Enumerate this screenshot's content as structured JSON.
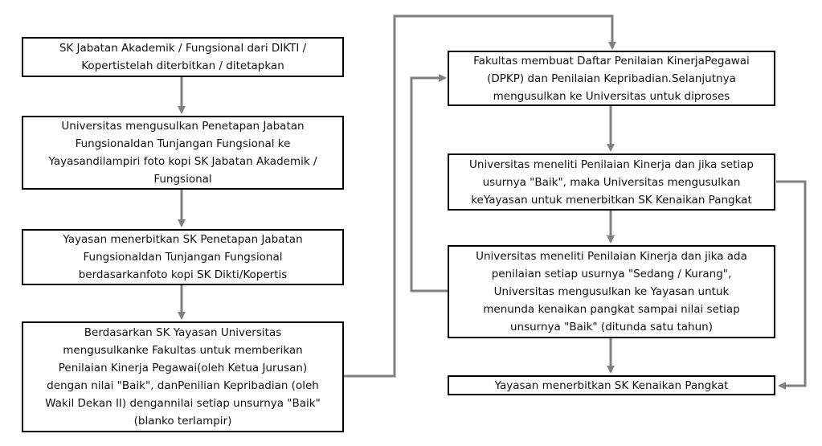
{
  "colors": {
    "arrow": "#808080",
    "border": "#000000",
    "text": "#111111"
  },
  "boxes": {
    "b1": "SK Jabatan Akademik / Fungsional dari DIKTI /\nKopertistelah diterbitkan / ditetapkan",
    "b2": "Universitas mengusulkan Penetapan Jabatan\nFungsionaldan Tunjangan Fungsional ke\nYayasandilampiri foto kopi SK Jabatan Akademik /\nFungsional",
    "b3": "Yayasan menerbitkan SK Penetapan Jabatan\nFungsionaldan Tunjangan Fungsional\nberdasarkanfoto kopi SK Dikti/Kopertis",
    "b4": "Berdasarkan SK Yayasan Universitas\nmengusulkanke Fakultas untuk memberikan\nPenilaian Kinerja Pegawai(oleh Ketua Jurusan)\ndengan nilai \"Baik\", danPenilian Kepribadian (oleh\nWakil Dekan II) dengannilai setiap unsurnya \"Baik\"\n(blanko terlampir)",
    "b5": "Fakultas membuat Daftar Penilaian KinerjaPegawai\n(DPKP) dan Penilaian Kepribadian.Selanjutnya\nmengusulkan ke Universitas untuk diproses",
    "b6": "Universitas meneliti Penilaian Kinerja dan jika setiap\nusurnya \"Baik\", maka Universitas mengusulkan\nkeYayasan untuk menerbitkan SK Kenaikan Pangkat",
    "b7": "Universitas meneliti Penilaian Kinerja dan jika ada\npenilaian setiap usurnya \"Sedang / Kurang\",\nUniversitas mengusulkan ke Yayasan untuk\nmenunda kenaikan pangkat sampai nilai setiap\nunsurnya \"Baik\" (ditunda satu tahun)",
    "b8": "Yayasan menerbitkan SK Kenaikan Pangkat"
  }
}
